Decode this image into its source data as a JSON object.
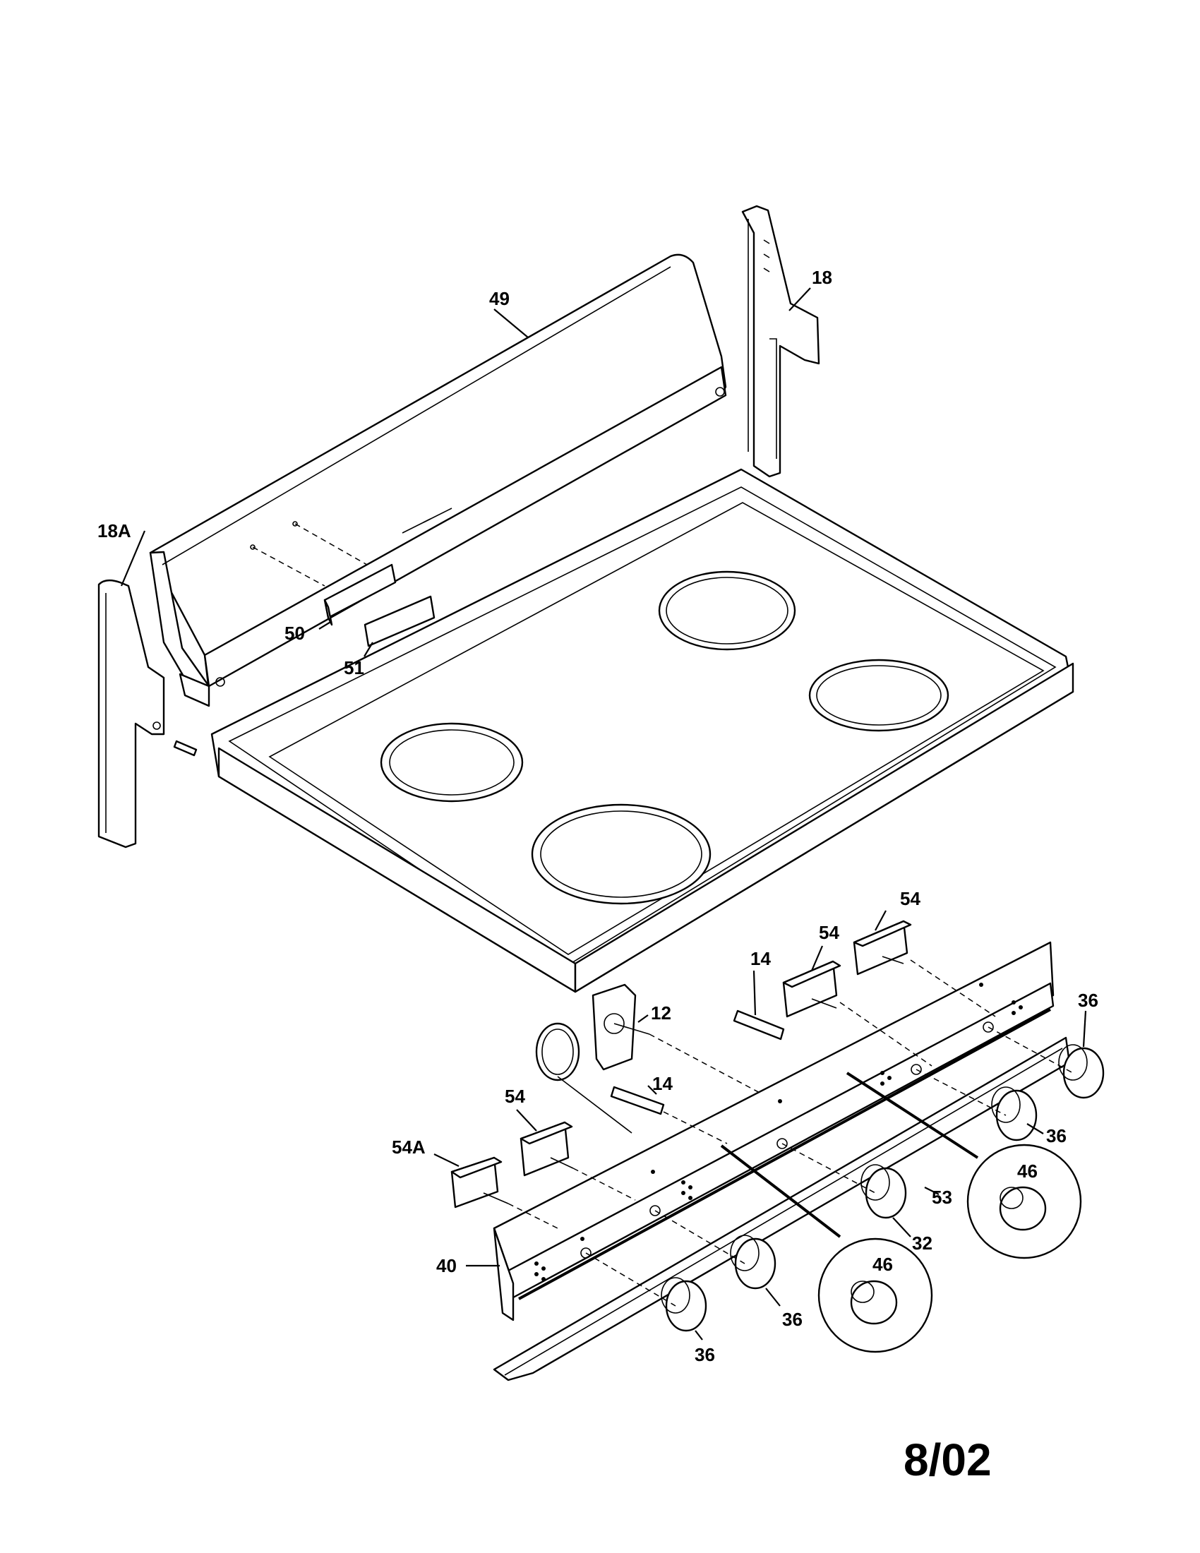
{
  "callouts": {
    "c49": "49",
    "c18": "18",
    "c18A": "18A",
    "c50": "50",
    "c51": "51",
    "c54a": "54",
    "c54b": "54",
    "c14a": "14",
    "c12": "12",
    "c14b": "14",
    "c54c": "54",
    "c54A": "54A",
    "c36a": "36",
    "c36b": "36",
    "c53": "53",
    "c46a": "46",
    "c32": "32",
    "c46b": "46",
    "c40": "40",
    "c36c": "36",
    "c36d": "36"
  },
  "footer": {
    "date": "8/02"
  }
}
